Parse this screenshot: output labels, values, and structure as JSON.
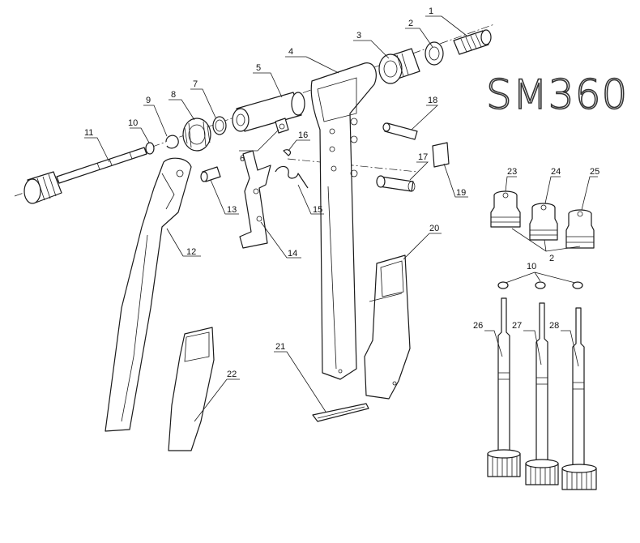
{
  "title": "SM360",
  "callouts": [
    "1",
    "2",
    "3",
    "4",
    "5",
    "6",
    "7",
    "8",
    "9",
    "10",
    "11",
    "12",
    "13",
    "14",
    "15",
    "16",
    "17",
    "18",
    "19",
    "20",
    "21",
    "22",
    "23",
    "24",
    "25",
    "2",
    "10",
    "26",
    "27",
    "28"
  ]
}
